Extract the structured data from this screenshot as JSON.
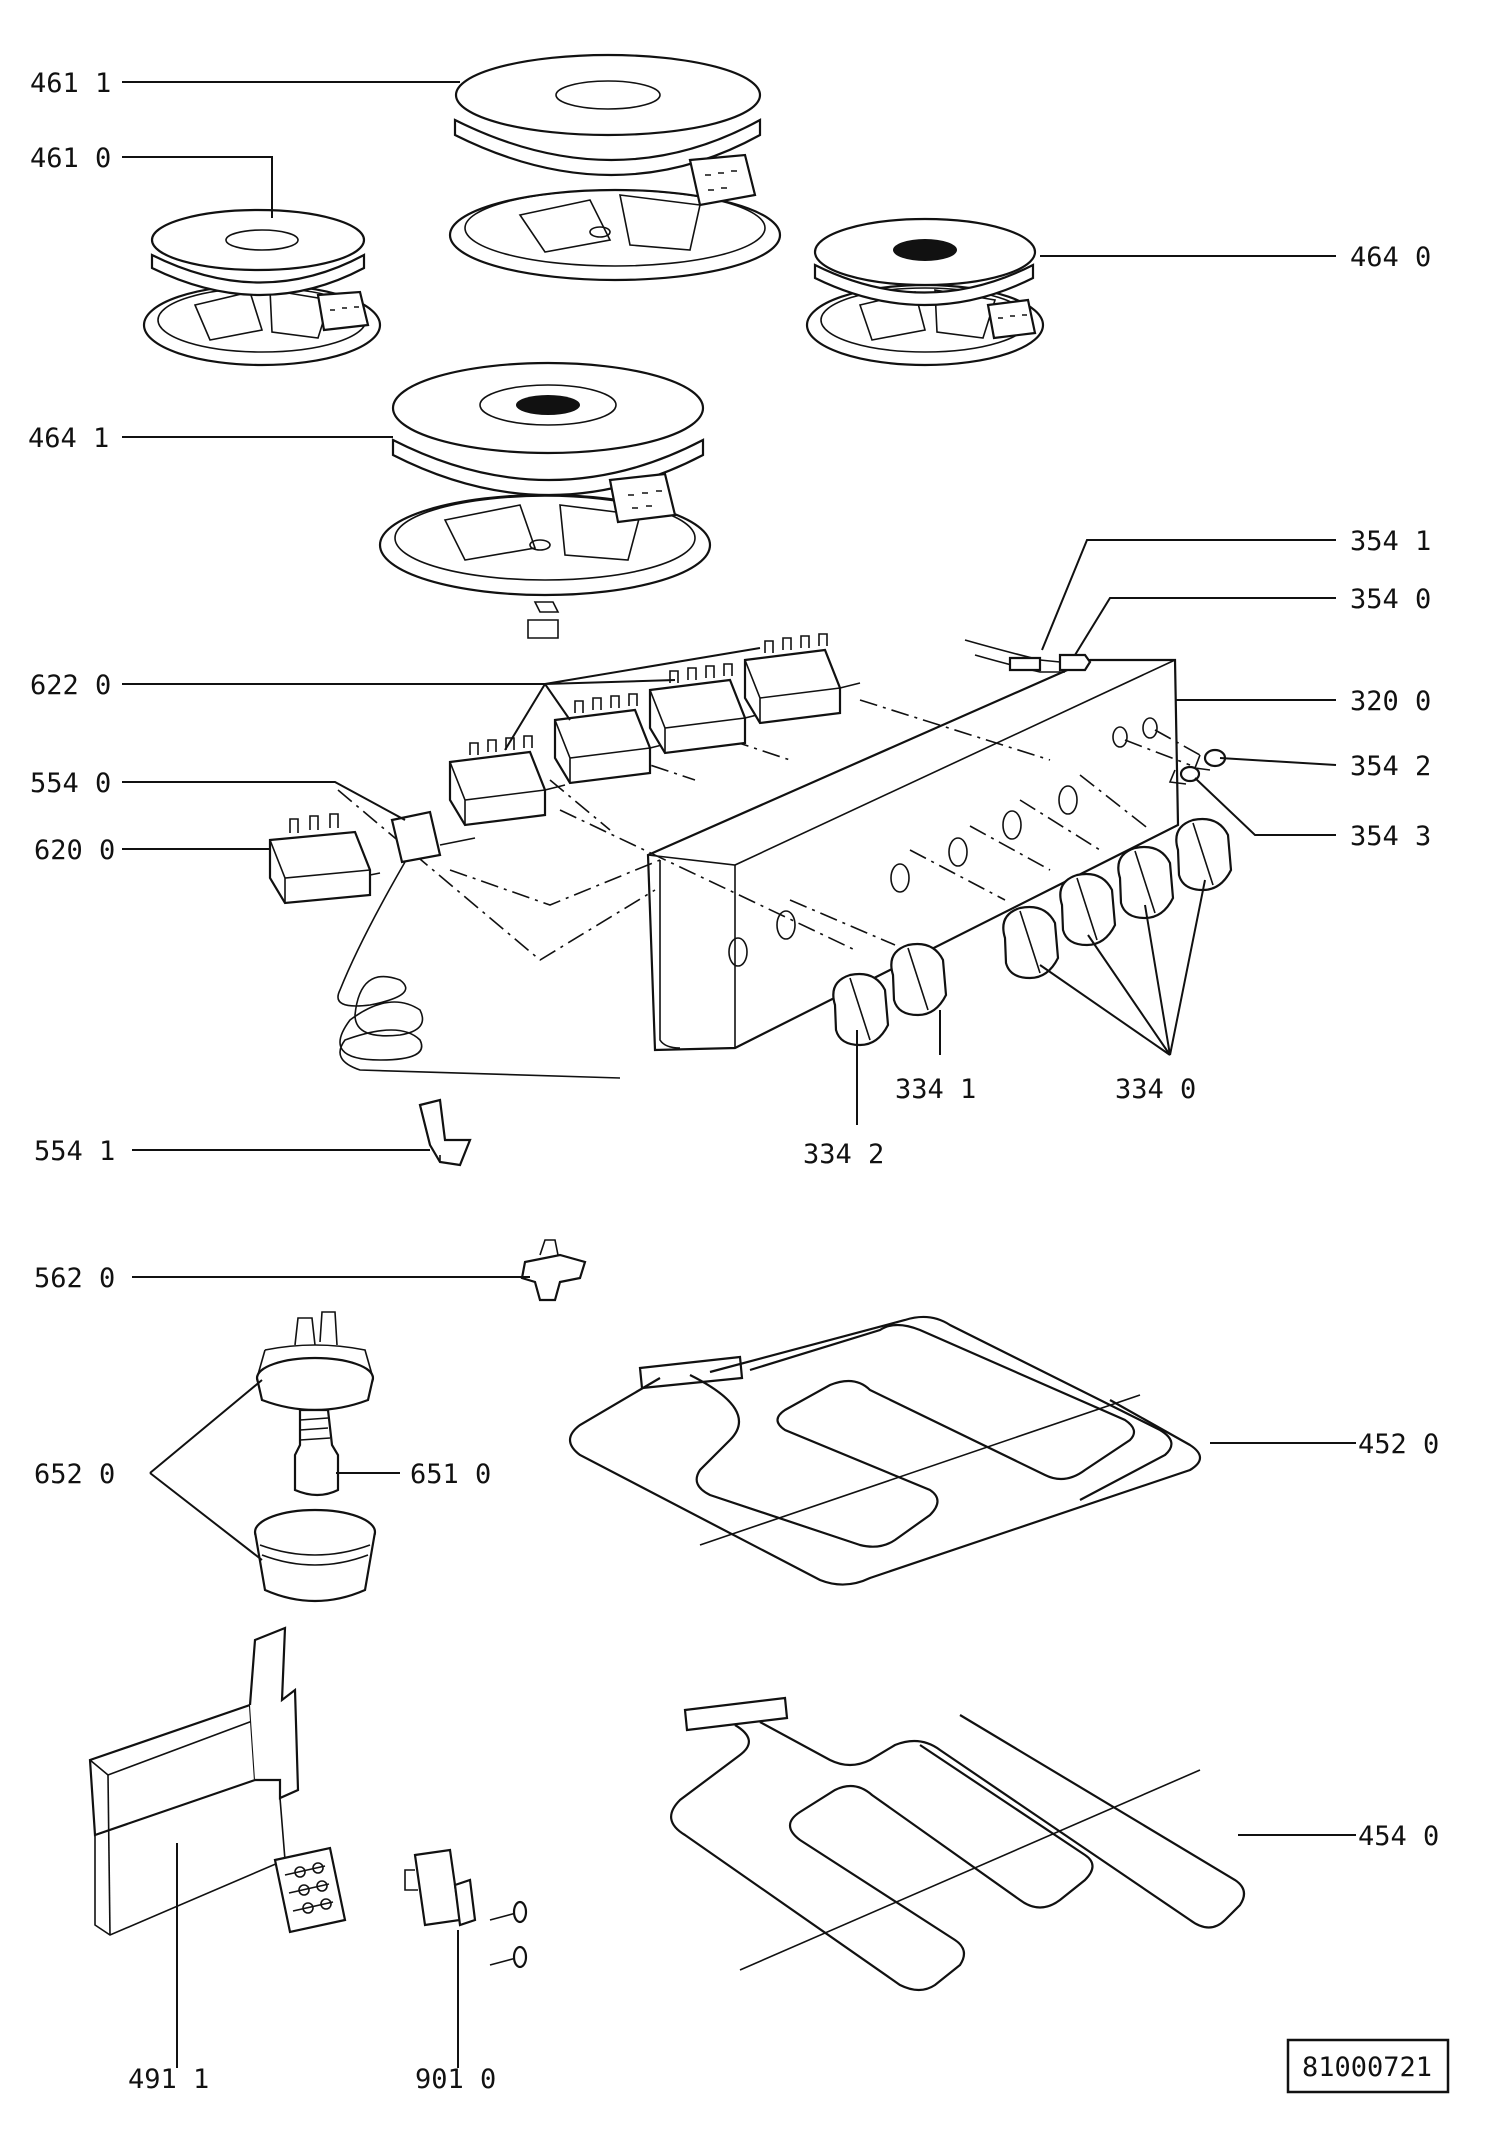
{
  "labels": {
    "l4611": "461 1",
    "l4610": "461 0",
    "l4640": "464 0",
    "l4641": "464 1",
    "l3541": "354 1",
    "l3540": "354 0",
    "l6220": "622 0",
    "l3200": "320 0",
    "l5540": "554 0",
    "l3542": "354 2",
    "l6200": "620 0",
    "l3543": "354 3",
    "l3341": "334 1",
    "l3340": "334 0",
    "l5541": "554 1",
    "l3342": "334 2",
    "l5620": "562 0",
    "l4520": "452 0",
    "l6520": "652 0",
    "l6510": "651 0",
    "l4540": "454 0",
    "l4911": "491 1",
    "l9010": "901 0"
  },
  "drawing_number": "81000721"
}
